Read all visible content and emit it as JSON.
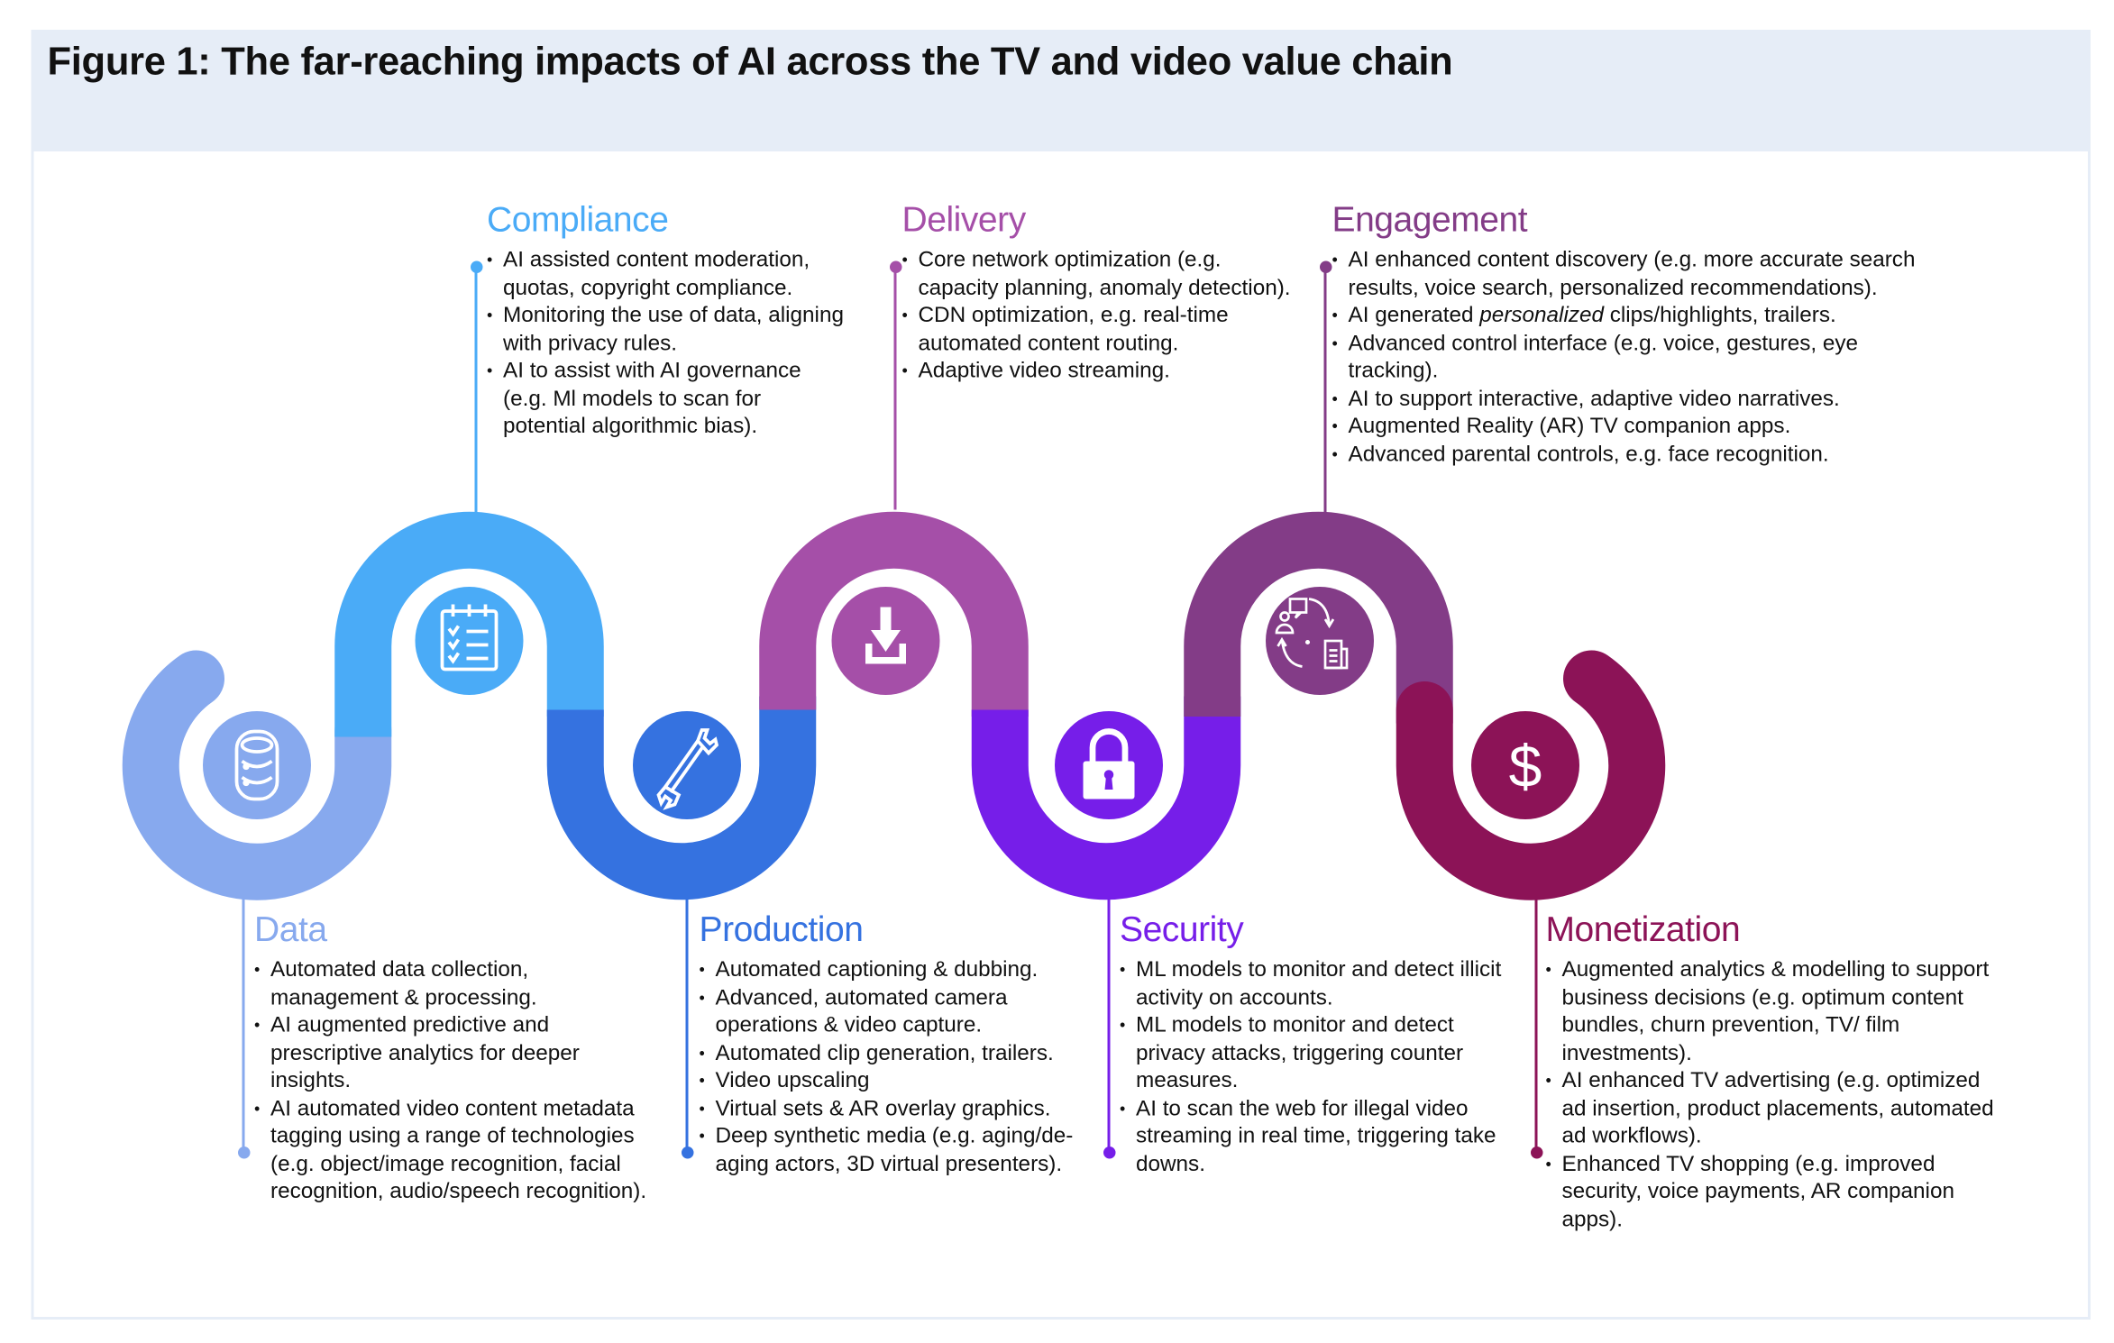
{
  "title": "Figure 1: The far-reaching impacts of AI across the TV and video value chain",
  "colors": {
    "data": "#87a9ee",
    "compliance": "#4aabf7",
    "production": "#3572e0",
    "delivery": "#a54fa8",
    "security": "#761ee9",
    "engagement": "#833c87",
    "monetization": "#8c1357",
    "header_band": "#e6edf7"
  },
  "stages": {
    "compliance": {
      "icon": "checklist-icon",
      "title": "Compliance",
      "items": [
        "AI assisted content moderation, quotas, copyright compliance.",
        "Monitoring the use of data, aligning with privacy rules.",
        "AI to assist with AI governance (e.g. Ml models to scan for potential algorithmic bias)."
      ]
    },
    "delivery": {
      "icon": "download-icon",
      "title": "Delivery",
      "items": [
        "Core network optimization (e.g. capacity planning, anomaly detection).",
        "CDN optimization, e.g. real-time automated content routing.",
        "Adaptive video streaming."
      ]
    },
    "engagement": {
      "icon": "user-interaction-cycle-icon",
      "title": "Engagement",
      "items": [
        "AI enhanced content discovery (e.g. more accurate search results, voice search, personalized recommendations).",
        "AI generated |personalized| clips/highlights, trailers.",
        "Advanced control interface (e.g. voice, gestures, eye tracking).",
        "AI to support interactive, adaptive video narratives.",
        "Augmented Reality (AR) TV companion apps.",
        "Advanced parental controls, e.g. face recognition."
      ]
    },
    "data": {
      "icon": "database-icon",
      "title": "Data",
      "items": [
        "Automated data collection, management & processing.",
        "AI augmented predictive and prescriptive analytics for deeper insights.",
        "AI automated video content metadata tagging using a range of technologies (e.g. object/image recognition, facial recognition, audio/speech recognition)."
      ]
    },
    "production": {
      "icon": "wrench-icon",
      "title": "Production",
      "items": [
        "Automated captioning & dubbing.",
        "Advanced, automated camera operations & video capture.",
        "Automated clip generation, trailers.",
        "Video upscaling",
        "Virtual sets & AR overlay graphics.",
        "Deep synthetic media (e.g. aging/de-aging actors, 3D virtual presenters)."
      ]
    },
    "security": {
      "icon": "padlock-icon",
      "title": "Security",
      "items": [
        "ML models to monitor and detect illicit activity on accounts.",
        "ML models to monitor and detect privacy attacks, triggering counter measures.",
        "AI to scan the web for illegal video streaming in real time, triggering take downs."
      ]
    },
    "monetization": {
      "icon": "dollar-icon",
      "title": "Monetization",
      "items": [
        "Augmented analytics & modelling to support business decisions (e.g. optimum content bundles, churn prevention, TV/ film investments).",
        "AI enhanced TV advertising (e.g. optimized ad insertion, product placements, automated ad workflows).",
        "Enhanced TV shopping (e.g. improved security, voice payments, AR companion apps)."
      ]
    }
  }
}
